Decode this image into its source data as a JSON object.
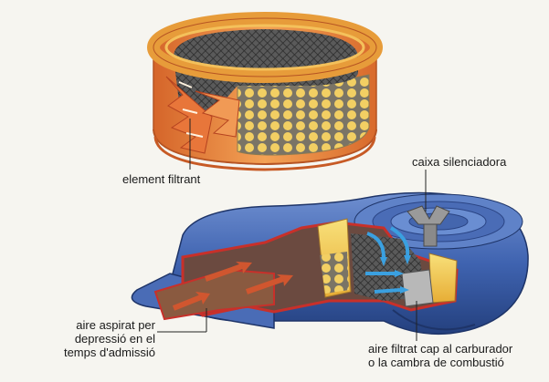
{
  "labels": {
    "element_filtrant": "element filtrant",
    "caixa_silenciadora": "caixa silenciadora",
    "aire_aspirat": [
      "aire aspirat per",
      "depressió en el",
      "temps d'admissió"
    ],
    "aire_filtrat": [
      "aire filtrat cap al carburador",
      "o la cambra de combustió"
    ]
  },
  "colors": {
    "housing_blue": "#3f63b0",
    "filter_orange": "#e9843a",
    "filter_yellow": "#f1c84a",
    "cut_red": "#c8302a",
    "air_arrow": "#3aa0e0",
    "intake_arrow": "#c84a2a"
  }
}
